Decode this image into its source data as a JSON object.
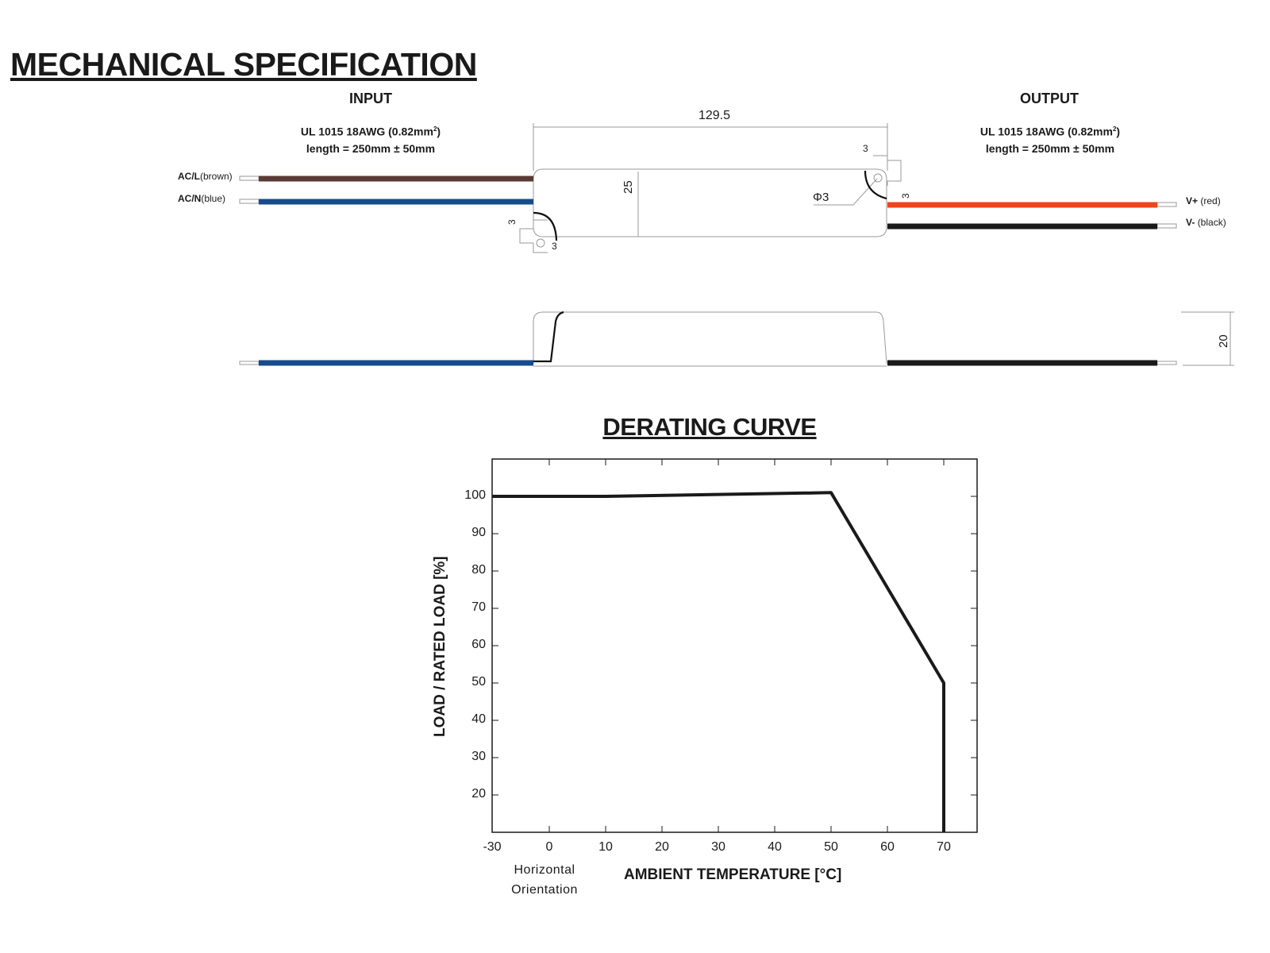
{
  "mechanical": {
    "title": "MECHANICAL SPECIFICATION",
    "input": {
      "heading": "INPUT",
      "spec_line1": "UL 1015 18AWG (0.82mm",
      "spec_sup": "2",
      "spec_close": ")",
      "spec_line2": "length = 250mm ± 50mm",
      "wires": [
        {
          "code": "AC/L",
          "color_name": "(brown)",
          "color": "#5a3a33"
        },
        {
          "code": "AC/N",
          "color_name": "(blue)",
          "color": "#164c8c"
        }
      ]
    },
    "output": {
      "heading": "OUTPUT",
      "spec_line1": "UL 1015 18AWG (0.82mm",
      "spec_sup": "2",
      "spec_close": ")",
      "spec_line2": "length = 250mm ± 50mm",
      "wires": [
        {
          "code": "V+",
          "color_name": "(red)",
          "color": "#e8481b"
        },
        {
          "code": "V-",
          "color_name": "(black)",
          "color": "#1a1a1a"
        }
      ]
    },
    "dimensions": {
      "length": "129.5",
      "width": "25",
      "height": "20",
      "hole": "Φ3",
      "offset": "3"
    }
  },
  "chart_data": {
    "type": "line",
    "title": "DERATING CURVE",
    "xlabel": "AMBIENT TEMPERATURE [°C]",
    "xlabel_note": [
      "Horizontal",
      "Orientation"
    ],
    "ylabel": "LOAD / RATED LOAD [%]",
    "x_ticks": [
      "-30",
      "0",
      "10",
      "20",
      "30",
      "40",
      "50",
      "60",
      "70"
    ],
    "y_ticks": [
      "100",
      "90",
      "80",
      "70",
      "60",
      "50",
      "40",
      "30",
      "20"
    ],
    "xlim": [
      -30,
      76
    ],
    "ylim": [
      10,
      110
    ],
    "grid": false,
    "series": [
      {
        "x": [
          -30,
          10,
          50,
          70,
          70
        ],
        "y": [
          100,
          100,
          101,
          50,
          10
        ]
      }
    ]
  }
}
